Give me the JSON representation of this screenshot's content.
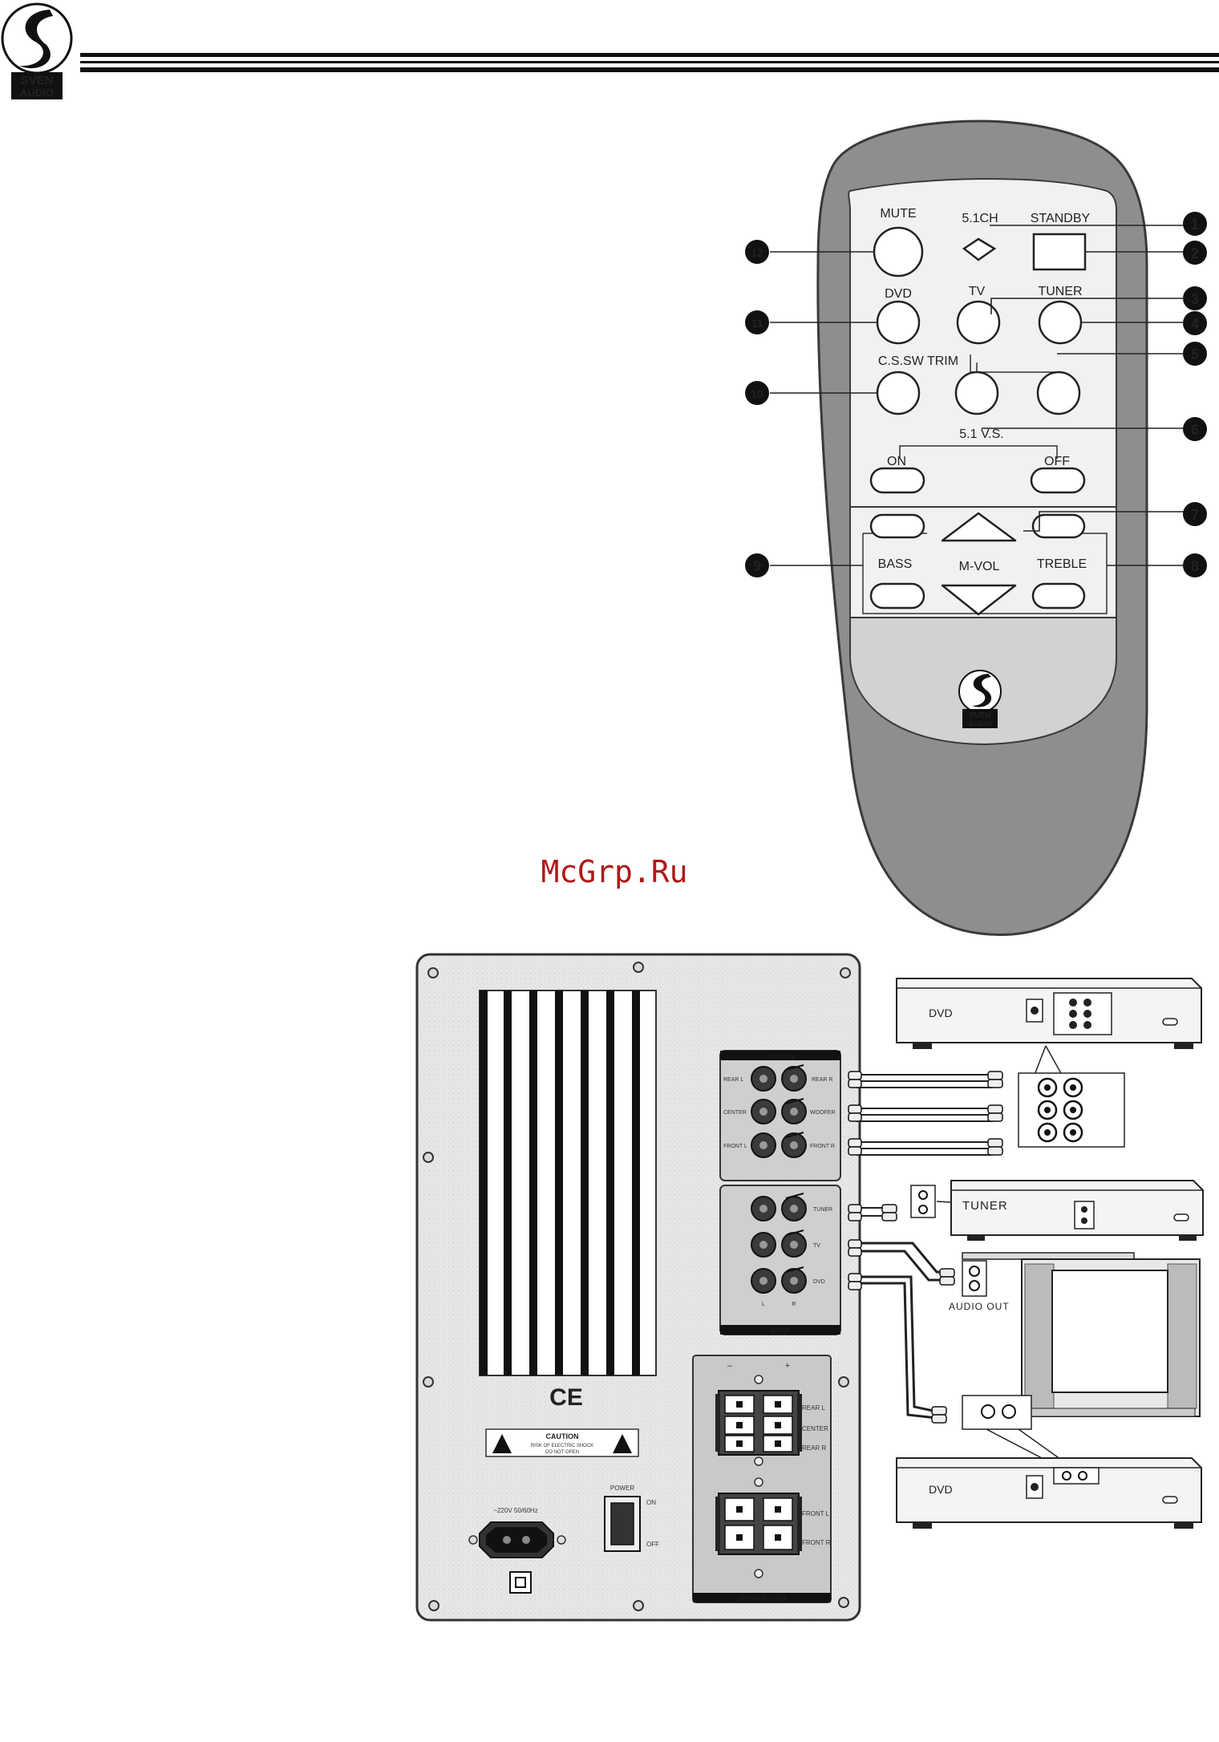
{
  "header": {
    "logo_line1": "SVEN",
    "logo_line2": "AUDIO"
  },
  "remote": {
    "buttons": {
      "mute": "MUTE",
      "ch51": "5.1CH",
      "standby": "STANDBY",
      "dvd": "DVD",
      "tv": "TV",
      "tuner": "TUNER",
      "trim": "C.S.SW TRIM",
      "vs51": "5.1 V.S.",
      "on": "ON",
      "off": "OFF",
      "bass": "BASS",
      "mvol": "M-VOL",
      "treble": "TREBLE"
    },
    "logo_line1": "SVEN",
    "logo_line2": "AUDIO",
    "callouts": [
      "1",
      "2",
      "3",
      "4",
      "5",
      "6",
      "7",
      "8",
      "9",
      "10",
      "11",
      "12"
    ]
  },
  "watermark": "McGrp.Ru",
  "panel": {
    "input51_title": "5.1CH IN",
    "rear_l": "REAR L",
    "rear_r": "REAR R",
    "center": "CENTER",
    "woofer": "WOOFER",
    "front_l": "FRONT L",
    "front_r": "FRONT R",
    "tuner": "TUNER",
    "tv": "TV",
    "dvd": "DVD",
    "l": "L",
    "r": "R",
    "input_title": "INPUT",
    "ce": "CE",
    "caution_title": "CAUTION",
    "caution_line1": "RISK OF ELECTRIC SHOCK",
    "caution_line2": "DO NOT OPEN",
    "mains": "~220V 50/60Hz",
    "power": "POWER",
    "power_on": "ON",
    "power_off": "OFF",
    "minus": "–",
    "plus": "+",
    "spk_rear_l": "REAR L",
    "spk_center": "CENTER",
    "spk_rear_r": "REAR R",
    "spk_front_l": "FRONT L",
    "spk_front_r": "FRONT R",
    "speakers_out": "SPEAKERS OUT"
  },
  "devices": {
    "dvd1": "DVD",
    "tuner": "TUNER",
    "audio_out": "AUDIO  OUT",
    "dvd2": "DVD"
  }
}
